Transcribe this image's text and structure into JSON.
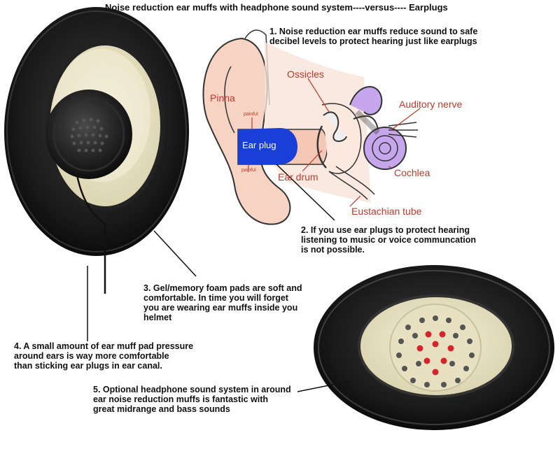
{
  "title": "Noise reduction ear muffs with headphone sound system----versus---- Earplugs",
  "anatomy_labels": {
    "pinna": "Pinna",
    "ossicles": "Ossicles",
    "auditory_nerve": "Auditory nerve",
    "cochlea": "Cochlea",
    "ear_drum": "Ear drum",
    "eustachian_tube": "Eustachian tube",
    "ear_plug": "Ear plug",
    "painful_top": "painful",
    "painful_bottom": "painful"
  },
  "notes": [
    "1. Noise reduction ear muffs reduce sound to safe\n    decibel levels to protect hearing just like earplugs",
    "2. If you use ear plugs to protect hearing\n    listening to music or voice communcation\n    is not possible.",
    "3. Gel/memory foam pads are soft and\n    comfortable.  In time you will forget\n    you are wearing ear muffs inside you\n    helmet",
    "4. A small amount of ear muff pad pressure\n    around ears is way more comfortable\n    than sticking ear plugs in ear canal.",
    "5. Optional headphone sound system in around\n    ear noise reduction muffs is fantastic with\n    great midrange and bass sounds"
  ],
  "colors": {
    "pad_black": "#141414",
    "cream": "#ece7c9",
    "skin": "#f6d3c2",
    "label_red": "#c0392b",
    "plug_blue": "#1a3ed8",
    "cochlea_purple": "#c6a6ec",
    "speaker_red": "#d4242c"
  }
}
